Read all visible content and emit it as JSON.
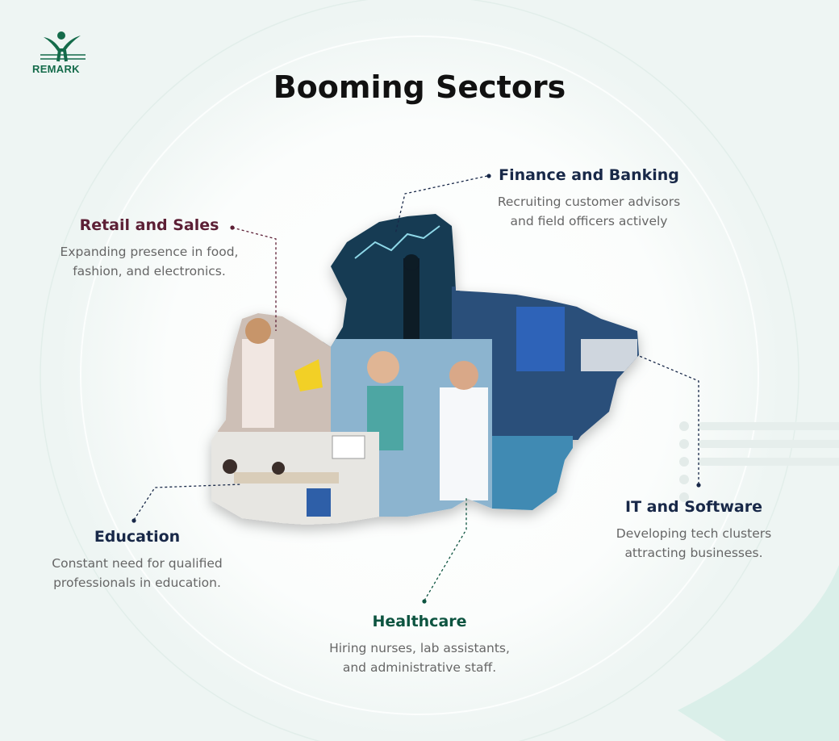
{
  "logo": {
    "text": "REMARK"
  },
  "title": "Booming Sectors",
  "colors": {
    "logo_green": "#146b4a",
    "retail": "#5c1f35",
    "finance": "#182848",
    "it": "#182848",
    "education": "#182848",
    "healthcare": "#0d5440"
  },
  "sectors": {
    "finance": {
      "name": "Finance and Banking",
      "desc_line1": "Recruiting customer advisors",
      "desc_line2": "and field officers actively"
    },
    "retail": {
      "name": "Retail and Sales",
      "desc_line1": "Expanding presence in food,",
      "desc_line2": "fashion, and electronics."
    },
    "it": {
      "name": "IT and Software",
      "desc_line1": "Developing tech clusters",
      "desc_line2": "attracting businesses."
    },
    "education": {
      "name": "Education",
      "desc_line1": "Constant need for qualified",
      "desc_line2": "professionals in education."
    },
    "healthcare": {
      "name": "Healthcare",
      "desc_line1": "Hiring nurses, lab assistants,",
      "desc_line2": "and administrative staff."
    }
  }
}
